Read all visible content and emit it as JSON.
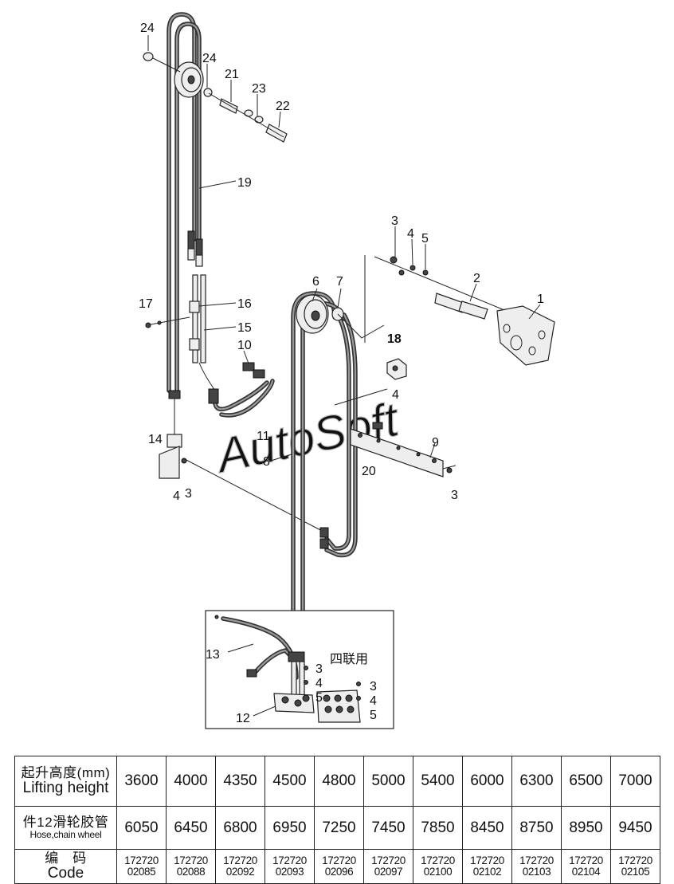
{
  "diagram": {
    "callouts": [
      "24",
      "24",
      "21",
      "23",
      "22",
      "19",
      "3",
      "4",
      "5",
      "2",
      "1",
      "6",
      "7",
      "18",
      "17",
      "16",
      "15",
      "10",
      "4",
      "14",
      "11",
      "8",
      "9",
      "20",
      "3",
      "4",
      "3",
      "13",
      "3",
      "4",
      "5",
      "3",
      "4",
      "5",
      "12"
    ],
    "note_label": "四联用",
    "watermark": "AutoSoft"
  },
  "table": {
    "rows": [
      {
        "header_zh": "起升高度(mm)",
        "header_en": "Lifting height",
        "values": [
          "3600",
          "4000",
          "4350",
          "4500",
          "4800",
          "5000",
          "5400",
          "6000",
          "6300",
          "6500",
          "7000"
        ]
      },
      {
        "header_zh": "件12滑轮胶管",
        "header_en": "Hose,chain wheel",
        "values": [
          "6050",
          "6450",
          "6800",
          "6950",
          "7250",
          "7450",
          "7850",
          "8450",
          "8750",
          "8950",
          "9450"
        ]
      },
      {
        "header_zh": "编　码",
        "header_en": "Code",
        "values": [
          [
            "172720",
            "02085"
          ],
          [
            "172720",
            "02088"
          ],
          [
            "172720",
            "02092"
          ],
          [
            "172720",
            "02093"
          ],
          [
            "172720",
            "02096"
          ],
          [
            "172720",
            "02097"
          ],
          [
            "172720",
            "02100"
          ],
          [
            "172720",
            "02102"
          ],
          [
            "172720",
            "02103"
          ],
          [
            "172720",
            "02104"
          ],
          [
            "172720",
            "02105"
          ]
        ]
      }
    ]
  }
}
